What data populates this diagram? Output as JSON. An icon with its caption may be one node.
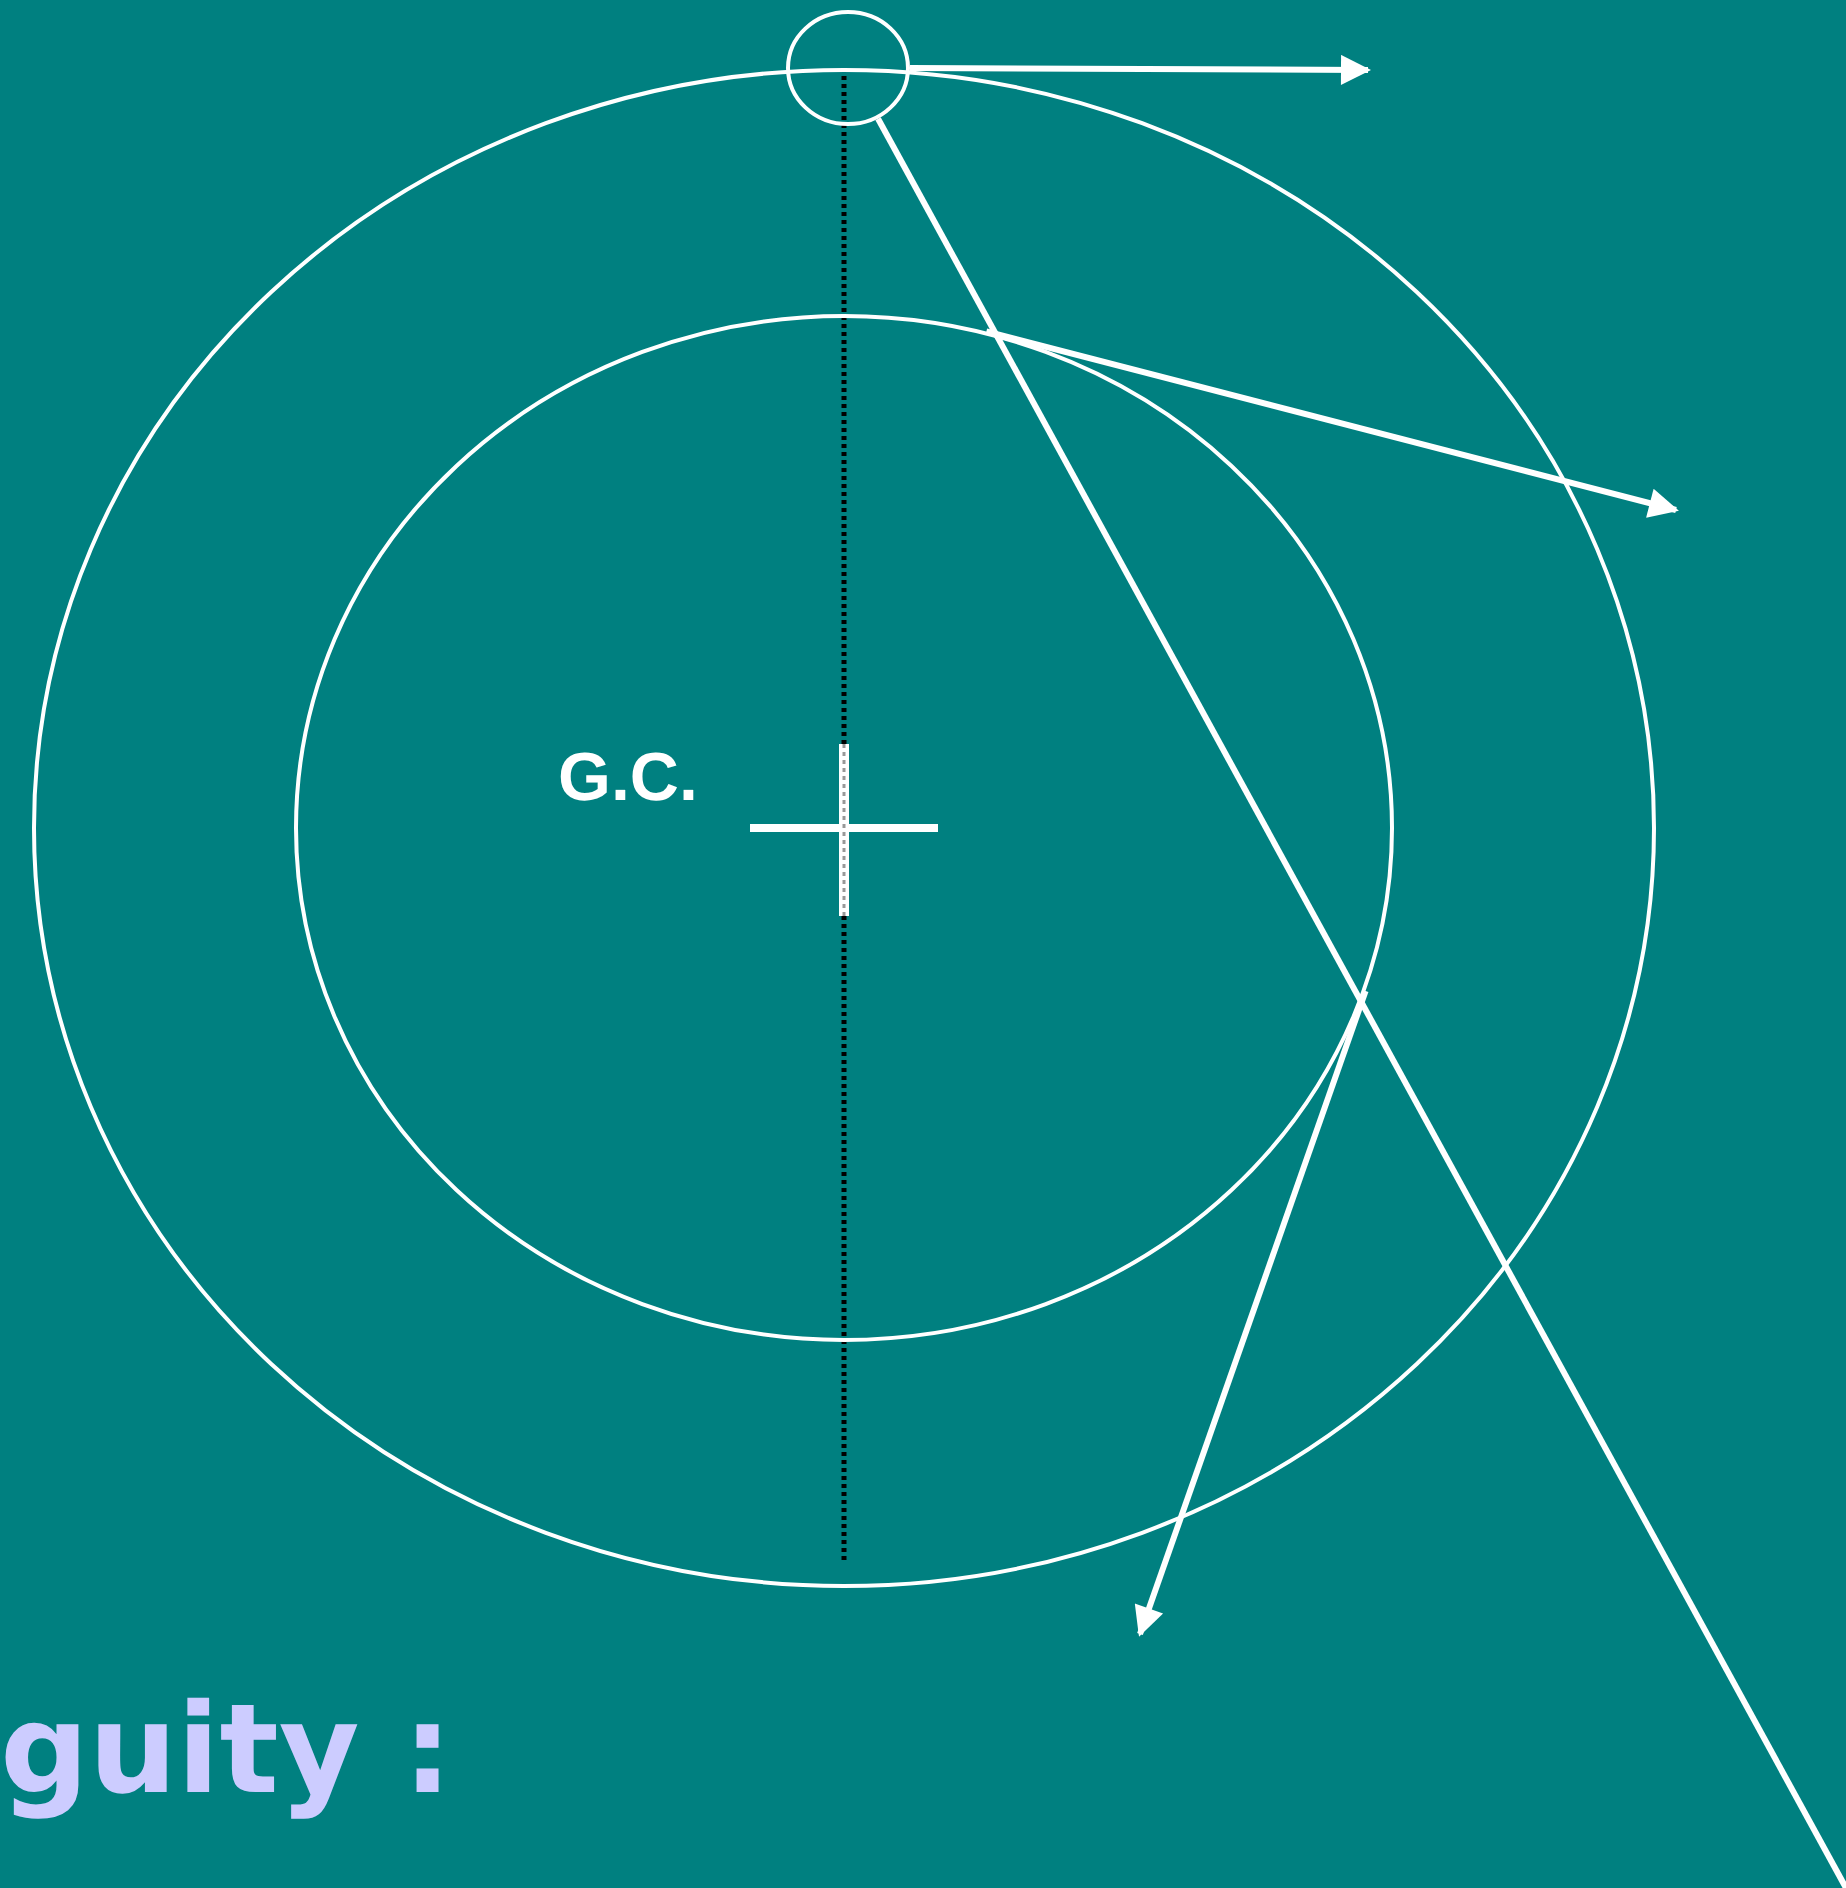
{
  "diagram": {
    "nodes": [
      {
        "text": [],
        "shape": "circle"
      },
      {
        "text": [],
        "shape": "circle",
        "in": 0
      },
      {
        "text": [],
        "shape": "circle"
      }
    ],
    "edges": [
      {
        "from": 2,
        "to": null,
        "arrow": "to"
      },
      {
        "from": 1,
        "to": null,
        "arrow": "to"
      },
      {
        "from": 1,
        "to": null,
        "arrow": "to"
      },
      {
        "from": 2,
        "to": null,
        "arrow": "none"
      }
    ],
    "labels": [
      "G.C.",
      "guity :"
    ]
  }
}
